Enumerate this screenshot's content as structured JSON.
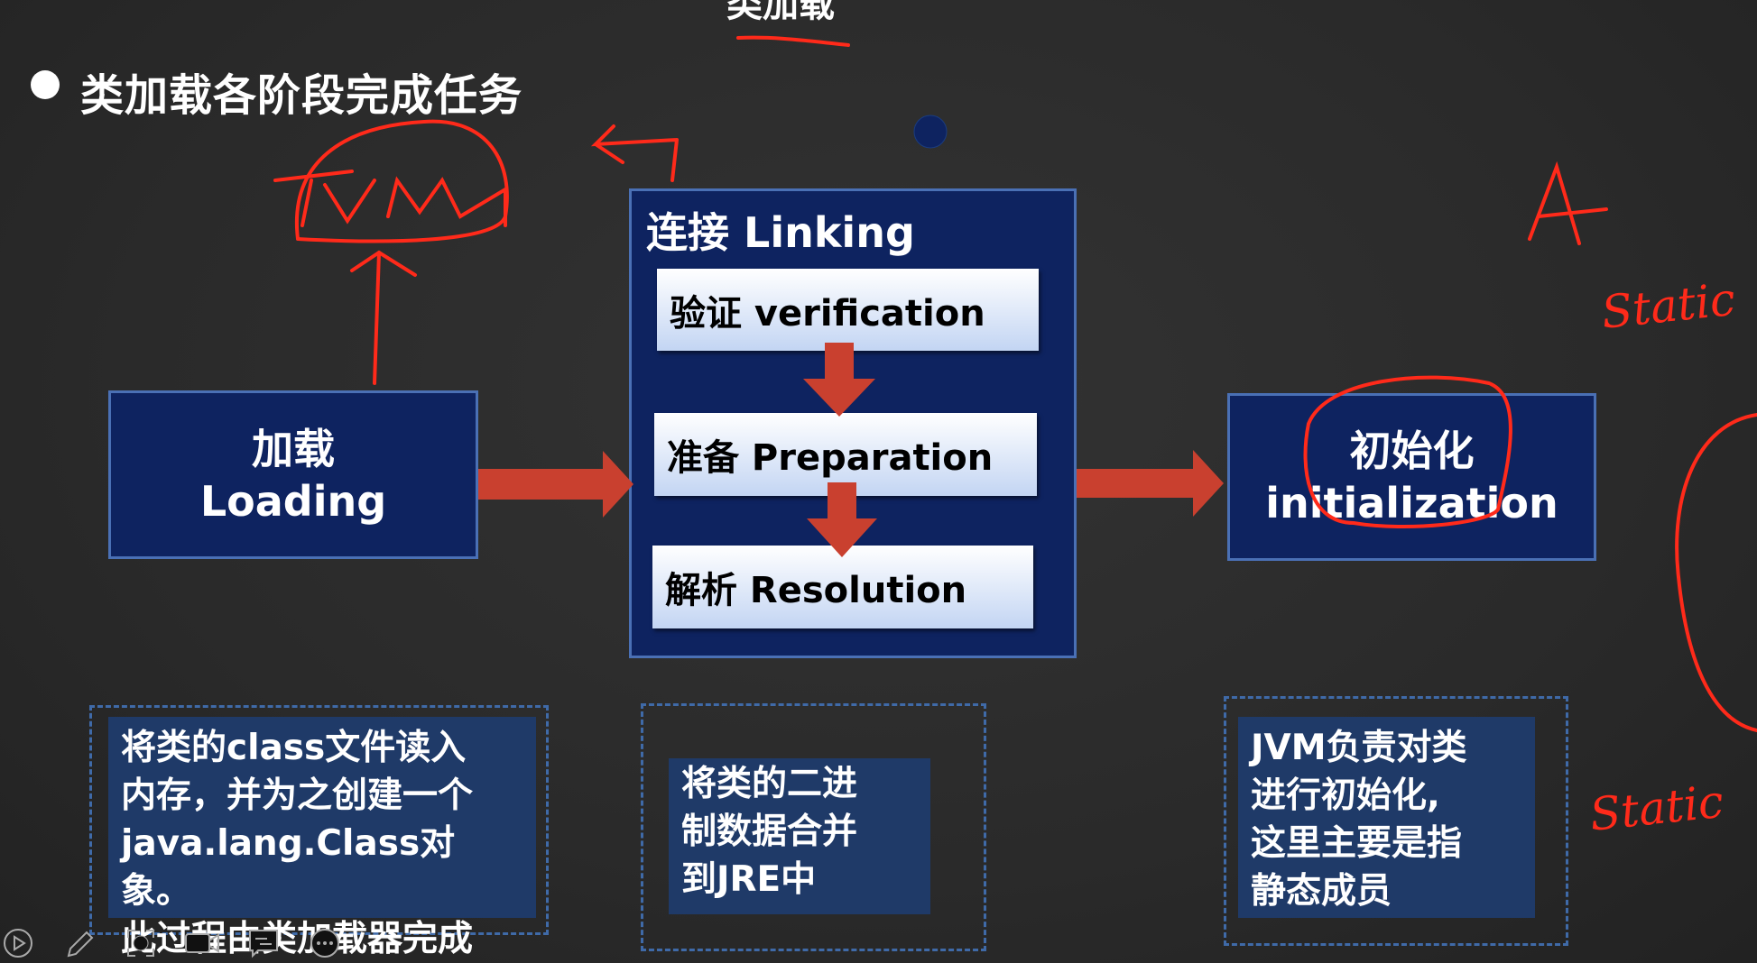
{
  "slide": {
    "top_heading_partial": "类加载",
    "title": "类加载各阶段完成任务",
    "loading": {
      "cn": "加载",
      "en": "Loading"
    },
    "linking": {
      "title": "连接 Linking",
      "steps": [
        "验证 verification",
        "准备 Preparation",
        "解析 Resolution"
      ]
    },
    "initialization": {
      "cn": "初始化",
      "en": "initialization"
    },
    "notes": [
      [
        "将类的class文件读入",
        "内存，并为之创建一个",
        "java.lang.Class对象。",
        "此过程由类加载器完成"
      ],
      [
        "将类的二进",
        "制数据合并",
        "到JRE中"
      ],
      [
        "JVM负责对类",
        "进行初始化,",
        "这里主要是指",
        "静态成员"
      ]
    ],
    "annotations": {
      "jvm": "JVM",
      "a": "A",
      "static1": "Static",
      "static2": "Static"
    }
  },
  "colors": {
    "background": "#2a2a2a",
    "box": "#0e2360",
    "arrow": "#c9402f",
    "ink": "#ff2a1a",
    "note": "#1f3a68"
  },
  "toolbar": [
    "play-icon",
    "pen-icon",
    "focus-icon",
    "camera-icon",
    "comment-icon",
    "more-icon"
  ]
}
